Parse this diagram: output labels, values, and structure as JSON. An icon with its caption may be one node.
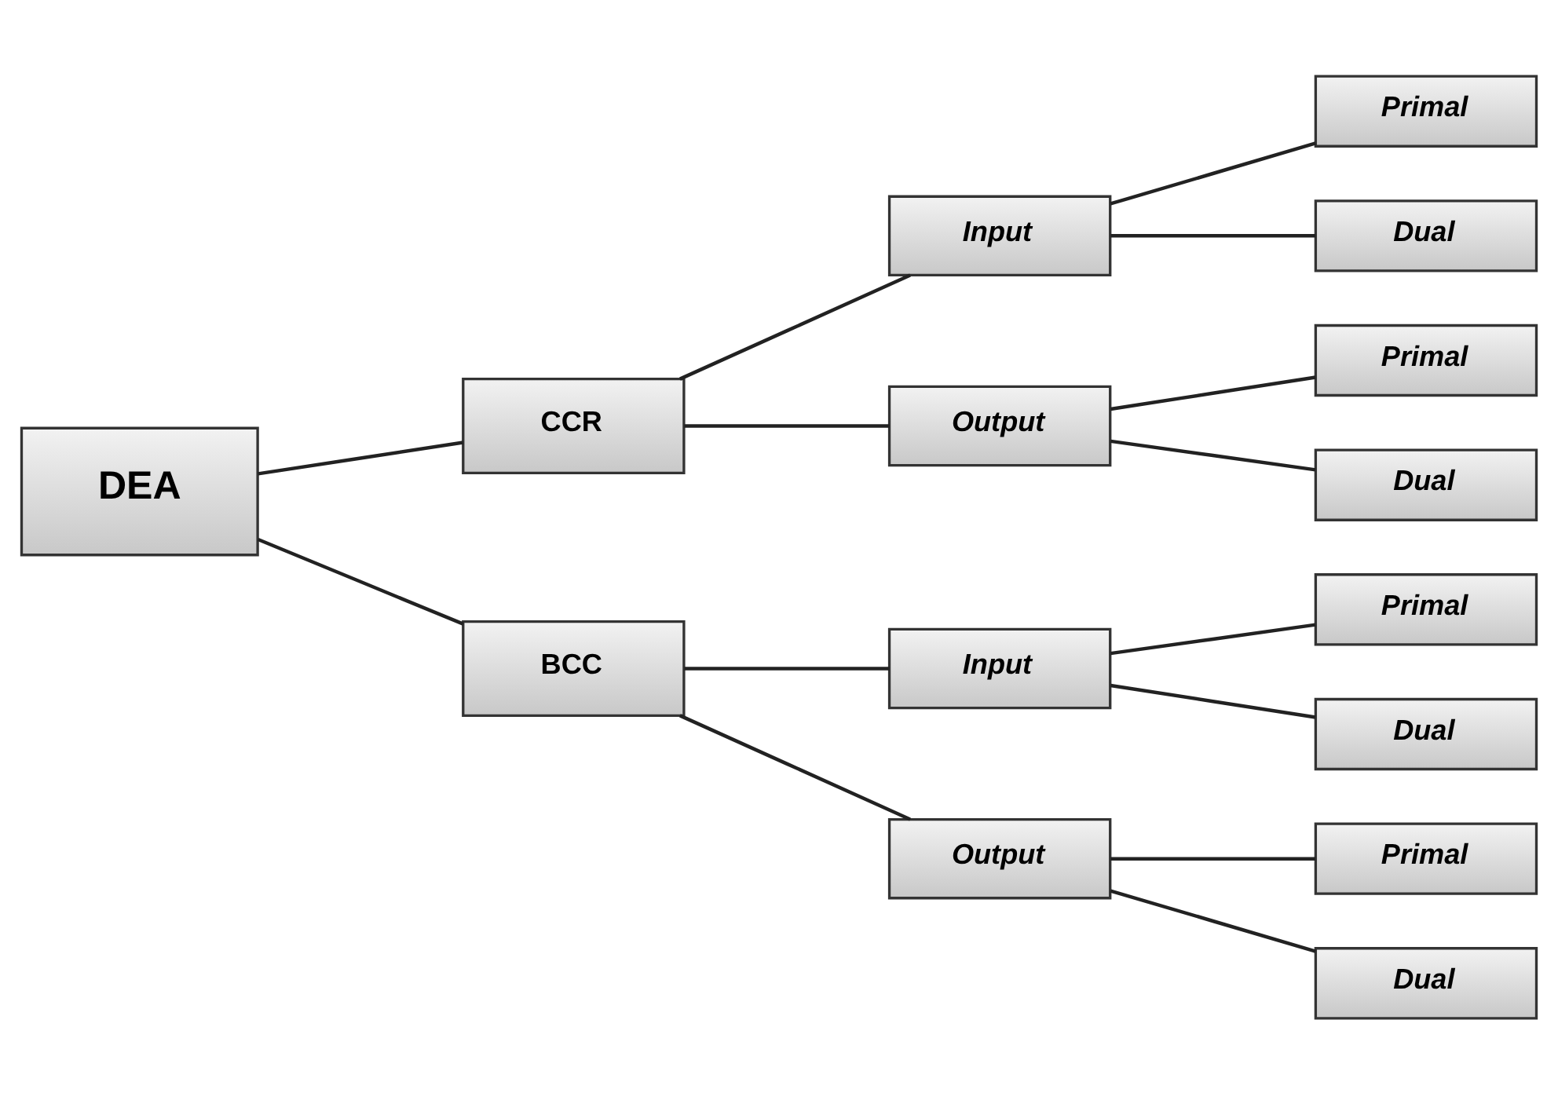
{
  "diagram": {
    "nodes": [
      {
        "text": [
          "DEA"
        ]
      },
      {
        "text": [
          "CCR"
        ]
      },
      {
        "text": [
          "Input"
        ]
      },
      {
        "text": [
          "Primal"
        ]
      },
      {
        "text": [
          "Dual"
        ]
      },
      {
        "text": [
          "Output"
        ]
      },
      {
        "text": [
          "Primal"
        ]
      },
      {
        "text": [
          "Dual"
        ]
      },
      {
        "text": [
          "BCC"
        ]
      },
      {
        "text": [
          "Input"
        ]
      },
      {
        "text": [
          "Primal"
        ]
      },
      {
        "text": [
          "Dual"
        ]
      },
      {
        "text": [
          "Output"
        ]
      },
      {
        "text": [
          "Primal"
        ]
      },
      {
        "text": [
          "Dual"
        ]
      }
    ],
    "edges": [
      {
        "from": 0,
        "to": 1,
        "arrow": "none"
      },
      {
        "from": 1,
        "to": 2,
        "arrow": "none"
      },
      {
        "from": 2,
        "to": 3,
        "arrow": "none"
      },
      {
        "from": 2,
        "to": 4,
        "arrow": "none"
      },
      {
        "from": 1,
        "to": 5,
        "arrow": "none"
      },
      {
        "from": 5,
        "to": 6,
        "arrow": "none"
      },
      {
        "from": 5,
        "to": 7,
        "arrow": "none"
      },
      {
        "from": 0,
        "to": 8,
        "arrow": "none"
      },
      {
        "from": 8,
        "to": 9,
        "arrow": "none"
      },
      {
        "from": 9,
        "to": 10,
        "arrow": "none"
      },
      {
        "from": 9,
        "to": 11,
        "arrow": "none"
      },
      {
        "from": 8,
        "to": 12,
        "arrow": "none"
      },
      {
        "from": 12,
        "to": 13,
        "arrow": "none"
      },
      {
        "from": 12,
        "to": 14,
        "arrow": "none"
      }
    ]
  }
}
